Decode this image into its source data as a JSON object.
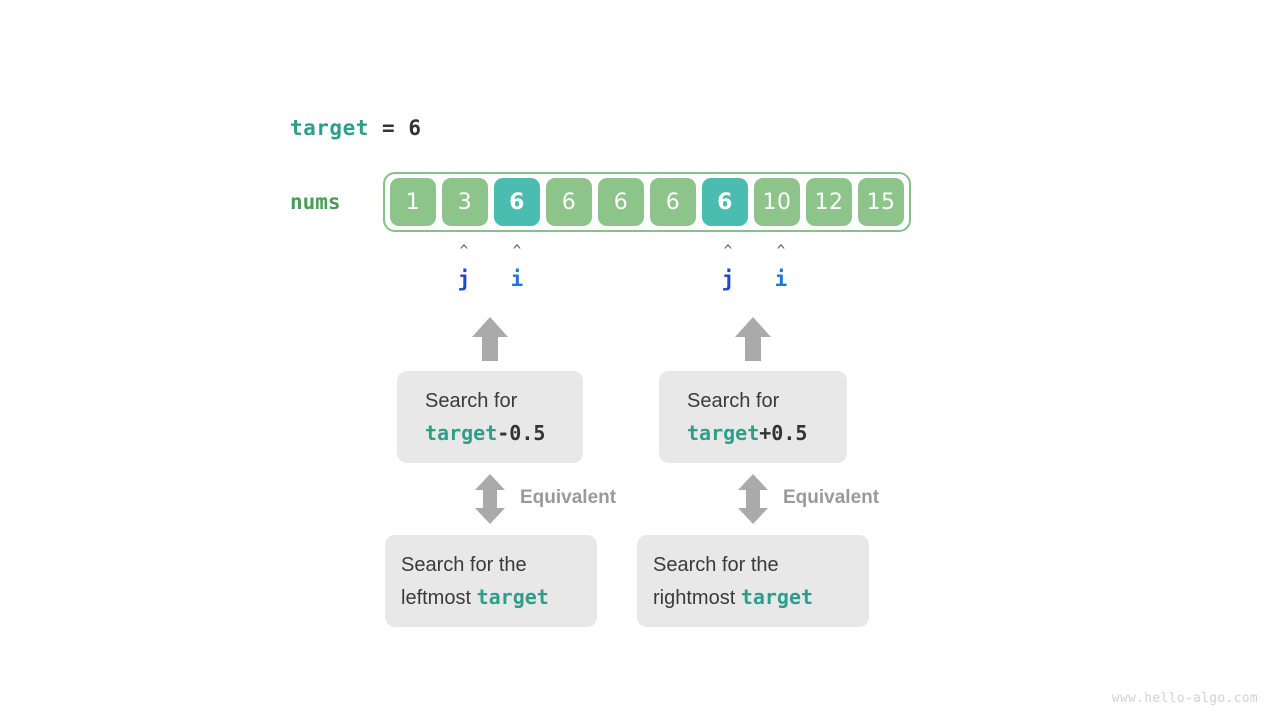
{
  "diagram": {
    "target_line": {
      "var_name": "target",
      "operator": "=",
      "value": "6"
    },
    "array": {
      "label": "nums",
      "values": [
        "1",
        "3",
        "6",
        "6",
        "6",
        "6",
        "6",
        "10",
        "12",
        "15"
      ],
      "highlighted_indices": [
        2,
        6
      ],
      "cell_color": "#8cc489",
      "highlight_color": "#4bbcb0",
      "border_color": "#86c08a"
    },
    "pointers": [
      {
        "caret": "^",
        "name": "j",
        "target_index": 1,
        "color": "#2244cc"
      },
      {
        "caret": "^",
        "name": "i",
        "target_index": 2,
        "color": "#1878d4"
      },
      {
        "caret": "^",
        "name": "j",
        "target_index": 6,
        "color": "#2244cc"
      },
      {
        "caret": "^",
        "name": "i",
        "target_index": 7,
        "color": "#1878d4"
      }
    ],
    "boxes": {
      "upper_left": {
        "line1": "Search for",
        "line2_mono": "target",
        "line2_suffix": "-0.5"
      },
      "upper_right": {
        "line1": "Search for",
        "line2_mono": "target",
        "line2_suffix": "+0.5"
      },
      "lower_left": {
        "line1": "Search for the",
        "line2_prefix": "leftmost ",
        "line2_mono": "target"
      },
      "lower_right": {
        "line1": "Search for the",
        "line2_prefix": "rightmost ",
        "line2_mono": "target"
      }
    },
    "equivalence_labels": {
      "left": "Equivalent",
      "right": "Equivalent"
    },
    "arrow_color": "#aaaaaa",
    "watermark": "www.hello-algo.com"
  }
}
